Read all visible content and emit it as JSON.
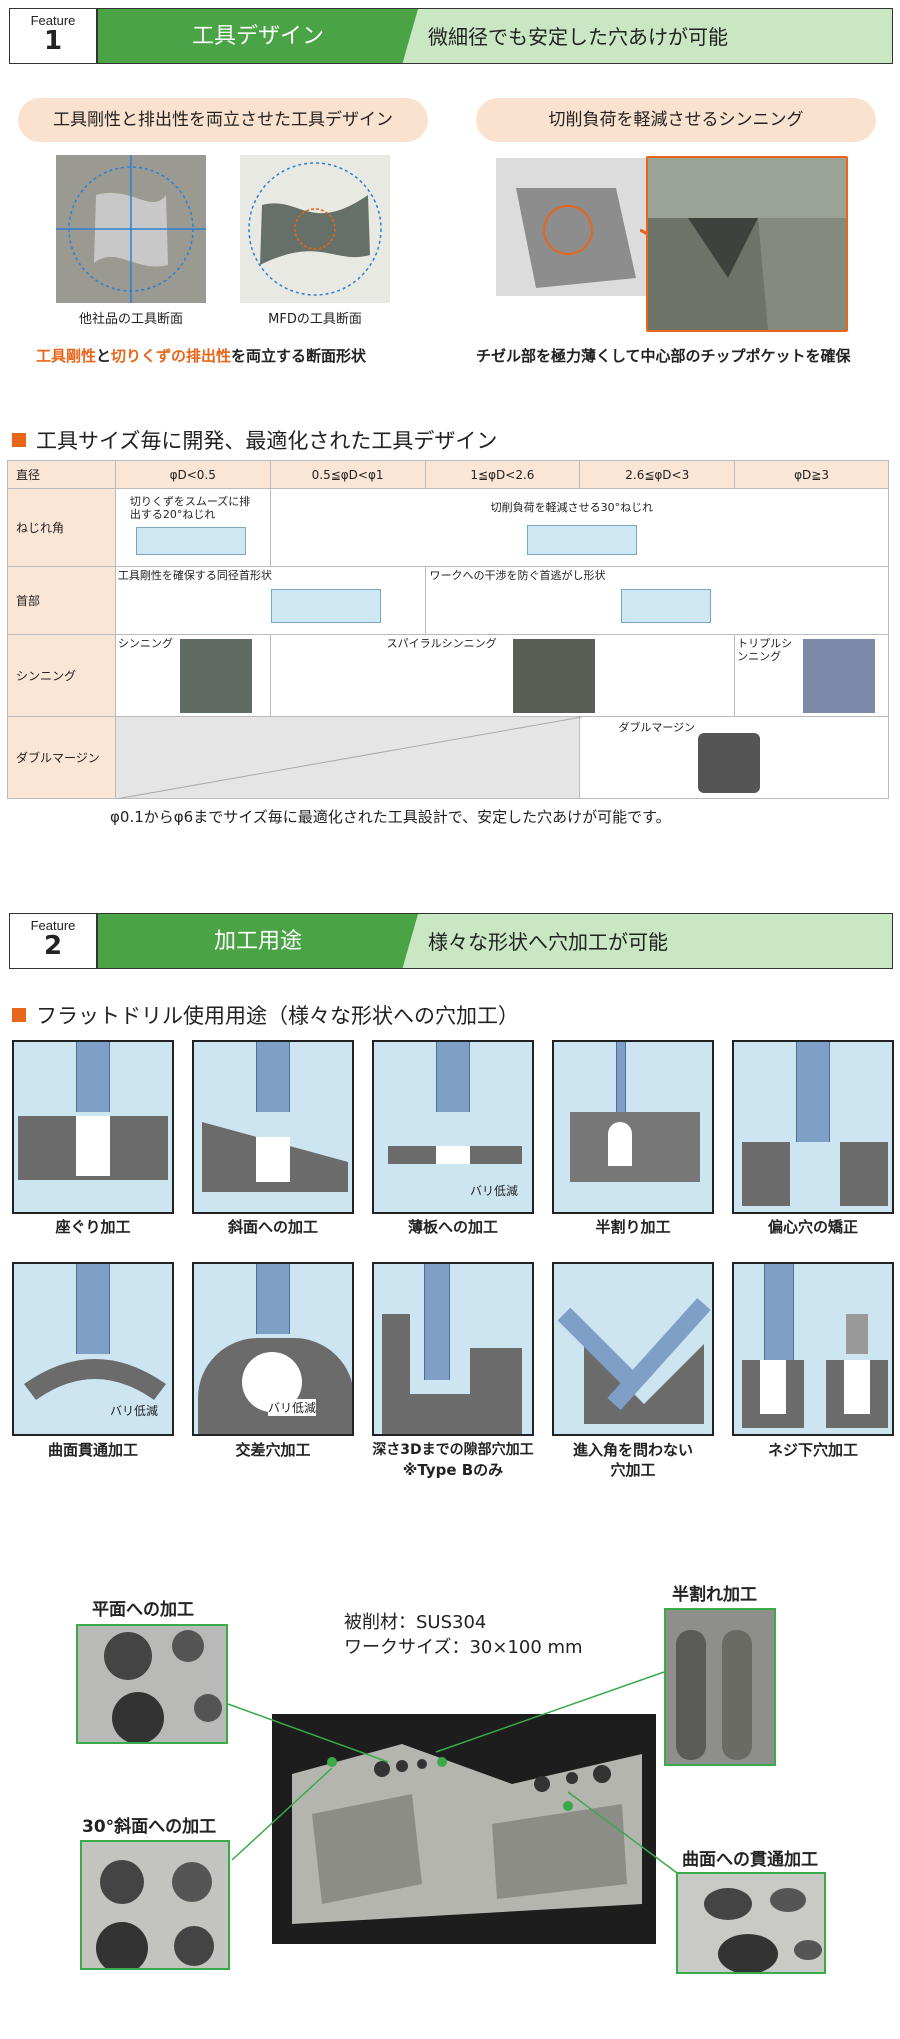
{
  "feature1": {
    "label": "Feature",
    "num": "1",
    "title": "工具デザイン",
    "subtitle": "微細径でも安定した穴あけが可能"
  },
  "design": {
    "left_pill": "工具剛性と排出性を両立させた工具デザイン",
    "right_pill": "切削負荷を軽減させるシンニング",
    "cap_other": "他社品の工具断面",
    "cap_mfd": "MFDの工具断面",
    "left_note_a": "工具剛性",
    "left_note_b": "と",
    "left_note_c": "切りくずの排出性",
    "left_note_d": "を両立する断面形状",
    "right_note": "チゼル部を極力薄くして中心部のチップポケットを確保"
  },
  "table_section": "工具サイズ毎に開発、最適化された工具デザイン",
  "table": {
    "headers": [
      "直径",
      "φD<0.5",
      "0.5≦φD<φ1",
      "1≦φD<2.6",
      "2.6≦φD<3",
      "φD≧3"
    ],
    "rows": [
      "ねじれ角",
      "首部",
      "シンニング",
      "ダブルマージン"
    ],
    "twist_small": "切りくずをスムーズに排出する20°ねじれ",
    "twist_large": "切削負荷を軽減させる30°ねじれ",
    "neck_small": "工具剛性を確保する同径首形状",
    "neck_large": "ワークへの干渉を防ぐ首逃がし形状",
    "thin_a": "シンニング",
    "thin_b": "スパイラルシンニング",
    "thin_c": "トリプルシンニング",
    "margin": "ダブルマージン",
    "footnote": "φ0.1からφ6までサイズ毎に最適化された工具設計で、安定した穴あけが可能です。"
  },
  "feature2": {
    "label": "Feature",
    "num": "2",
    "title": "加工用途",
    "subtitle": "様々な形状へ穴加工が可能"
  },
  "app_section": "フラットドリル使用用途（様々な形状への穴加工）",
  "apps": [
    {
      "caption": "座ぐり加工"
    },
    {
      "caption": "斜面への加工"
    },
    {
      "caption": "薄板への加工",
      "note": "バリ低減"
    },
    {
      "caption": "半割り加工"
    },
    {
      "caption": "偏心穴の矯正"
    },
    {
      "caption": "曲面貫通加工",
      "note": "バリ低減"
    },
    {
      "caption": "交差穴加工",
      "note": "バリ低減"
    },
    {
      "caption": "深さ3Dまでの隙部穴加工",
      "caption2": "※Type Bのみ"
    },
    {
      "caption": "進入角を問わない",
      "caption2": "穴加工"
    },
    {
      "caption": "ネジ下穴加工"
    }
  ],
  "sample": {
    "material": "被削材：SUS304",
    "work_size": "ワークサイズ：30×100 mm",
    "flat": "平面への加工",
    "half": "半割れ加工",
    "slope": "30°斜面への加工",
    "curve": "曲面への貫通加工"
  },
  "colors": {
    "green": "#4aa446",
    "light_green": "#c9e7c3",
    "orange": "#e8651a",
    "peach": "#fbe2cf",
    "cell_blue": "#cde4f1"
  }
}
